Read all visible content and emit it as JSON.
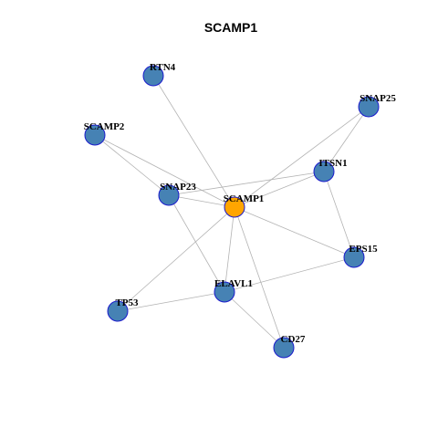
{
  "title": "SCAMP1",
  "colors": {
    "center_node": "#FFA500",
    "node": "#4682B4",
    "node_border": "#1A1ACC",
    "edge": "#B3B3B3"
  },
  "nodes": [
    {
      "id": "RTN4",
      "label": "RTN4",
      "center": false
    },
    {
      "id": "SNAP25",
      "label": "SNAP25",
      "center": false
    },
    {
      "id": "SCAMP2",
      "label": "SCAMP2",
      "center": false
    },
    {
      "id": "ITSN1",
      "label": "ITSN1",
      "center": false
    },
    {
      "id": "SNAP23",
      "label": "SNAP23",
      "center": false
    },
    {
      "id": "SCAMP1",
      "label": "SCAMP1",
      "center": true
    },
    {
      "id": "EPS15",
      "label": "EPS15",
      "center": false
    },
    {
      "id": "ELAVL1",
      "label": "ELAVL1",
      "center": false
    },
    {
      "id": "TP53",
      "label": "TP53",
      "center": false
    },
    {
      "id": "CD27",
      "label": "CD27",
      "center": false
    }
  ],
  "edges": [
    [
      "RTN4",
      "SCAMP1"
    ],
    [
      "SCAMP2",
      "SNAP23"
    ],
    [
      "SCAMP2",
      "SCAMP1"
    ],
    [
      "SNAP25",
      "ITSN1"
    ],
    [
      "SNAP25",
      "SCAMP1"
    ],
    [
      "SNAP23",
      "ITSN1"
    ],
    [
      "SNAP23",
      "SCAMP1"
    ],
    [
      "SNAP23",
      "ELAVL1"
    ],
    [
      "ITSN1",
      "SCAMP1"
    ],
    [
      "ITSN1",
      "EPS15"
    ],
    [
      "SCAMP1",
      "EPS15"
    ],
    [
      "SCAMP1",
      "ELAVL1"
    ],
    [
      "SCAMP1",
      "TP53"
    ],
    [
      "SCAMP1",
      "CD27"
    ],
    [
      "EPS15",
      "ELAVL1"
    ],
    [
      "ELAVL1",
      "TP53"
    ],
    [
      "ELAVL1",
      "CD27"
    ]
  ]
}
